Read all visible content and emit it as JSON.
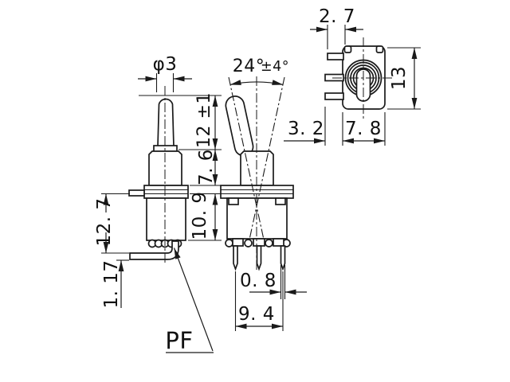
{
  "diagram": {
    "type": "technical-drawing",
    "subject": "miniature toggle switch 3-view dimensional drawing",
    "background_color": "#ffffff",
    "line_color": "#1a1a1a",
    "views": [
      {
        "id": "side-view",
        "description": "side view, lever upright, bent PF solder terminal"
      },
      {
        "id": "front-view",
        "description": "front view, lever thrown, actuation angle shown, 3 straight terminals"
      },
      {
        "id": "top-view",
        "description": "top view, threaded bushing, 3 terminals at left"
      }
    ],
    "dimensions": {
      "lever_diameter": "φ3",
      "angle_value": "24°",
      "angle_tolerance": "±4°",
      "pin_protrusion_top": "2. 7",
      "body_length": "13",
      "pin_protrusion_side": "3. 2",
      "body_width": "7. 8",
      "lever_length": "12 ±1",
      "bushing_height": "7. 6",
      "body_height": "10. 9",
      "terminal_drop": "12. 7",
      "terminal_thickness": "1. 17",
      "terminal_width": "0. 8",
      "terminal_span": "9. 4",
      "terminal_type_label": "PF"
    }
  }
}
